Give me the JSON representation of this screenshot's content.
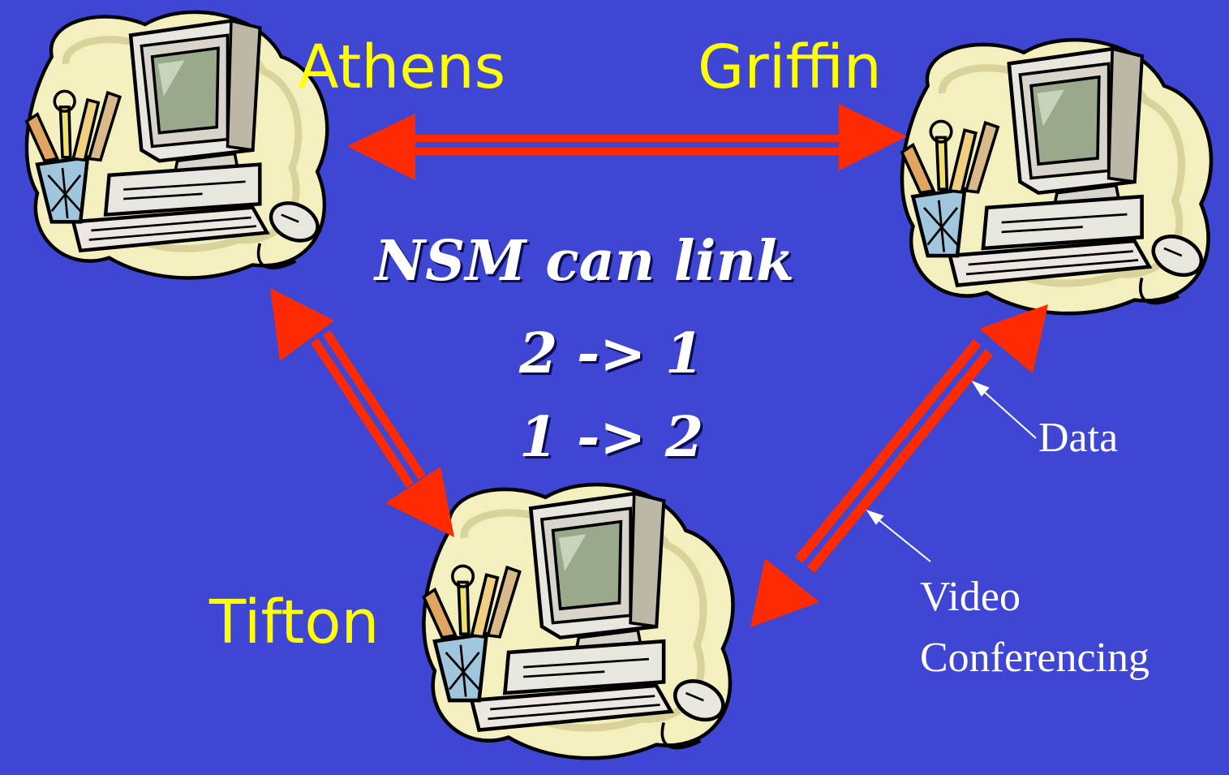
{
  "colors": {
    "background": "#3f46d3",
    "site_label": "#ffff00",
    "headline": "#ffffff",
    "arrow": "#ff2a00",
    "note": "#ffffff"
  },
  "sites": {
    "athens": "Athens",
    "griffin": "Griffin",
    "tifton": "Tifton"
  },
  "headline": {
    "line1": "NSM  can  link",
    "line2": "2  ->  1",
    "line3": "1  ->  2"
  },
  "annotations": {
    "data": "Data",
    "video_line1": "Video",
    "video_line2": "Conferencing"
  },
  "icons": {
    "computer": "computer-clipart-icon"
  }
}
